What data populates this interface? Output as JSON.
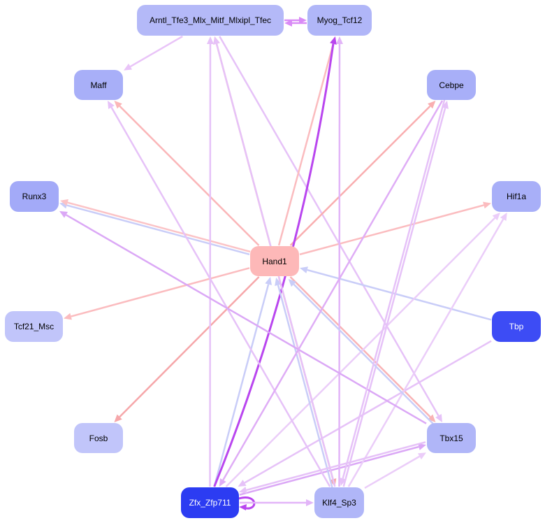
{
  "nodes": {
    "arntl": {
      "label": "Arntl_Tfe3_Mlx_Mitf_Mlxipl_Tfec",
      "color": "#b4b9f8"
    },
    "myog": {
      "label": "Myog_Tcf12",
      "color": "#b0b6f8"
    },
    "maff": {
      "label": "Maff",
      "color": "#a8aff8"
    },
    "cebpe": {
      "label": "Cebpe",
      "color": "#a8aff8"
    },
    "runx3": {
      "label": "Runx3",
      "color": "#a3aaf8"
    },
    "hif1a": {
      "label": "Hif1a",
      "color": "#a8aff8"
    },
    "hand1": {
      "label": "Hand1",
      "color": "#fdb8b8"
    },
    "tcf21": {
      "label": "Tcf21_Msc",
      "color": "#c1c5fa"
    },
    "tbp": {
      "label": "Tbp",
      "color": "#3d4cf5"
    },
    "fosb": {
      "label": "Fosb",
      "color": "#c1c5fa"
    },
    "tbx15": {
      "label": "Tbx15",
      "color": "#b0b6f8"
    },
    "zfx": {
      "label": "Zfx_Zfp711",
      "color": "#2c3cf2"
    },
    "klf4": {
      "label": "Klf4_Sp3",
      "color": "#b0b6f8"
    }
  },
  "edges": [
    {
      "from": "arntl",
      "to": "maff",
      "color": "#e9c4f8"
    },
    {
      "from": "arntl",
      "to": "myog",
      "color": "#d98af6"
    },
    {
      "from": "myog",
      "to": "arntl",
      "color": "#d98af6"
    },
    {
      "from": "arntl",
      "to": "tbx15",
      "color": "#e6c2f8"
    },
    {
      "from": "hand1",
      "to": "runx3",
      "color": "#c9cdf8"
    },
    {
      "from": "hand1",
      "to": "runx3",
      "color": "#fbc3c6"
    },
    {
      "from": "hand1",
      "to": "maff",
      "color": "#fbb6b8"
    },
    {
      "from": "hand1",
      "to": "arntl",
      "color": "#fbb6b8"
    },
    {
      "from": "hand1",
      "to": "myog",
      "color": "#fbbcbf"
    },
    {
      "from": "hand1",
      "to": "cebpe",
      "color": "#f9aeb0"
    },
    {
      "from": "hand1",
      "to": "hif1a",
      "color": "#fbbcbf"
    },
    {
      "from": "hand1",
      "to": "tcf21",
      "color": "#fbbcbf"
    },
    {
      "from": "hand1",
      "to": "fosb",
      "color": "#f6a7aa"
    },
    {
      "from": "hand1",
      "to": "tbx15",
      "color": "#f9b3b5"
    },
    {
      "from": "hand1",
      "to": "klf4",
      "color": "#f6a7aa"
    },
    {
      "from": "tbp",
      "to": "hand1",
      "color": "#c9cdf8"
    },
    {
      "from": "tbp",
      "to": "zfx",
      "color": "#e6c2f8"
    },
    {
      "from": "zfx",
      "to": "hand1",
      "color": "#c9cdf8"
    },
    {
      "from": "zfx",
      "to": "arntl",
      "color": "#e6c2f8"
    },
    {
      "from": "zfx",
      "to": "myog",
      "color": "#b946ef",
      "width": 3
    },
    {
      "from": "zfx",
      "to": "zfx",
      "color": "#b946ef",
      "width": 3
    },
    {
      "from": "zfx",
      "to": "klf4",
      "color": "#e2b5f8"
    },
    {
      "from": "zfx",
      "to": "tbx15",
      "color": "#dba8f6"
    },
    {
      "from": "zfx",
      "to": "hif1a",
      "color": "#ebcdf9"
    },
    {
      "from": "klf4",
      "to": "hand1",
      "color": "#c9cdf8"
    },
    {
      "from": "klf4",
      "to": "arntl",
      "color": "#e6c2f8"
    },
    {
      "from": "klf4",
      "to": "myog",
      "color": "#e2b5f8"
    },
    {
      "from": "klf4",
      "to": "cebpe",
      "color": "#e6c2f8"
    },
    {
      "from": "klf4",
      "to": "hif1a",
      "color": "#ebcdf9"
    },
    {
      "from": "klf4",
      "to": "tbx15",
      "color": "#ebcdf9"
    },
    {
      "from": "klf4",
      "to": "maff",
      "color": "#e6c2f8"
    },
    {
      "from": "tbx15",
      "to": "runx3",
      "color": "#dba8f6"
    },
    {
      "from": "tbx15",
      "to": "hand1",
      "color": "#c9cdf8"
    },
    {
      "from": "tbx15",
      "to": "zfx",
      "color": "#e6c2f8"
    },
    {
      "from": "cebpe",
      "to": "zfx",
      "color": "#dfadf6"
    },
    {
      "from": "cebpe",
      "to": "klf4",
      "color": "#e6c2f8"
    }
  ]
}
